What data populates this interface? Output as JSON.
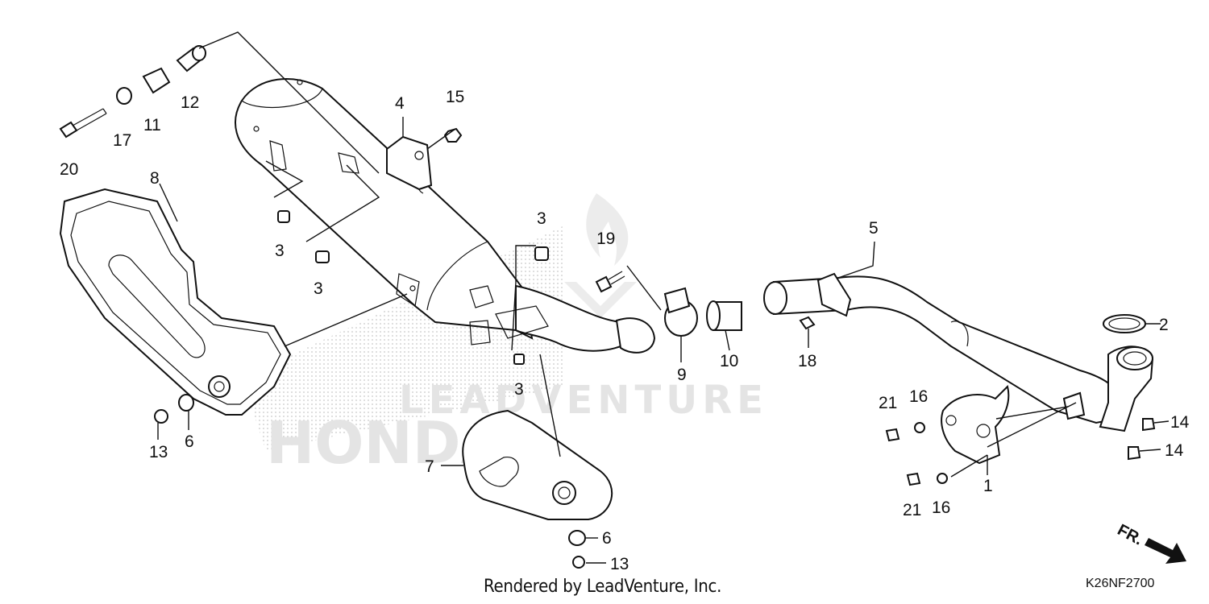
{
  "diagram": {
    "callouts": [
      "1",
      "2",
      "3",
      "3",
      "3",
      "3",
      "4",
      "5",
      "6",
      "6",
      "7",
      "8",
      "9",
      "10",
      "11",
      "12",
      "13",
      "13",
      "14",
      "14",
      "15",
      "16",
      "16",
      "17",
      "18",
      "19",
      "20",
      "21",
      "21"
    ],
    "direction_label": "FR.",
    "watermark_text": "LEADVENTURE",
    "watermark_brand": "HONDA"
  },
  "footer": {
    "rendered_by": "Rendered by LeadVenture, Inc.",
    "diagram_code": "K26NF2700"
  }
}
